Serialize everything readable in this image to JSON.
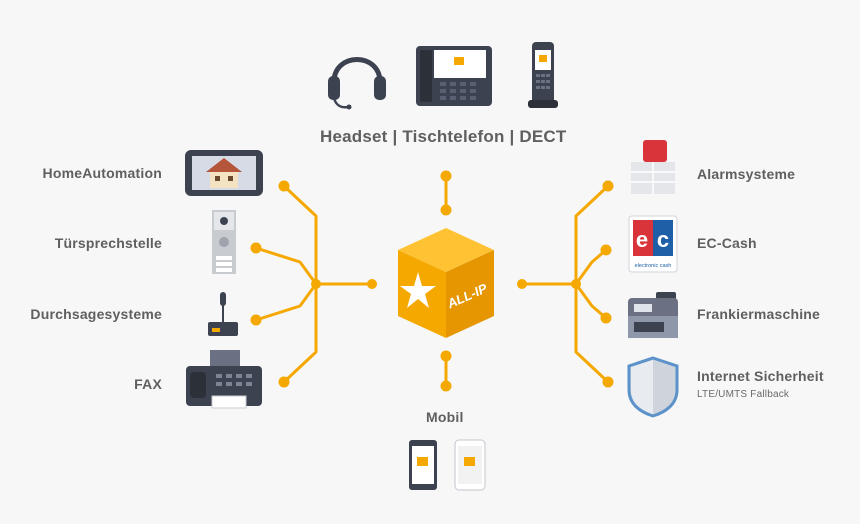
{
  "top_label": "Headset | Tischtelefon | DECT",
  "center_label": "ALL-IP",
  "bottom_label": "Mobil",
  "left_items": [
    {
      "label": "HomeAutomation",
      "icon": "house-tablet-icon"
    },
    {
      "label": "Türsprechstelle",
      "icon": "door-intercom-icon"
    },
    {
      "label": "Durchsagesysteme",
      "icon": "microphone-icon"
    },
    {
      "label": "FAX",
      "icon": "fax-machine-icon"
    }
  ],
  "right_items": [
    {
      "label": "Alarmsysteme",
      "icon": "alarm-siren-icon"
    },
    {
      "label": "EC-Cash",
      "icon": "ec-cash-card-icon",
      "card_text": "electronic cash"
    },
    {
      "label": "Frankiermaschine",
      "icon": "franking-machine-icon"
    },
    {
      "label": "Internet Sicherheit",
      "sublabel": "LTE/UMTS Fallback",
      "icon": "shield-icon"
    }
  ],
  "top_icons": [
    "headset-icon",
    "desk-phone-icon",
    "dect-phone-icon"
  ],
  "bottom_icons": [
    "smartphone-icon",
    "smartphone-white-icon"
  ],
  "colors": {
    "accent": "#f5a800",
    "accent_dark": "#d88a00",
    "text": "#5f5f5f",
    "device": "#3d4250",
    "background": "#f7f7f7"
  }
}
